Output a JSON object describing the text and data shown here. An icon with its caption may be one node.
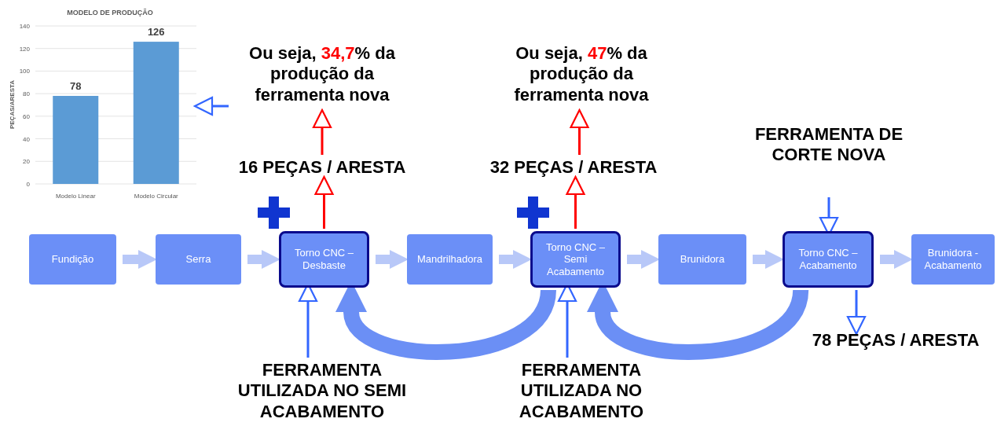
{
  "diagram": {
    "nodes": [
      {
        "text": [
          "Fundição"
        ]
      },
      {
        "text": [
          "Serra"
        ]
      },
      {
        "text": [
          "Torno CNC – Desbaste"
        ]
      },
      {
        "text": [
          "Mandrilhadora"
        ]
      },
      {
        "text": [
          "Torno CNC – Semi Acabamento"
        ]
      },
      {
        "text": [
          "Brunidora"
        ]
      },
      {
        "text": [
          "Torno CNC – Acabamento"
        ]
      },
      {
        "text": [
          "Brunidora - Acabamento"
        ]
      },
      {
        "text": [
          "Ou seja, **34,7**% da produção da ferramenta nova"
        ]
      },
      {
        "text": [
          "16 PEÇAS / ARESTA"
        ]
      },
      {
        "text": [
          "Ou seja, **47**% da produção da ferramenta nova"
        ]
      },
      {
        "text": [
          "32 PEÇAS / ARESTA"
        ]
      },
      {
        "text": [
          "FERRAMENTA DE CORTE NOVA"
        ]
      },
      {
        "text": [
          "78 PEÇAS / ARESTA"
        ]
      },
      {
        "text": [
          "FERRAMENTA UTILIZADA NO SEMI ACABAMENTO"
        ]
      },
      {
        "text": [
          "FERRAMENTA UTILIZADA NO ACABAMENTO"
        ]
      },
      {
        "text": [],
        "shape": "chart"
      }
    ],
    "edges": [
      {
        "from": 0,
        "to": 1,
        "arrow": "to",
        "style": "thick"
      },
      {
        "from": 1,
        "to": 2,
        "arrow": "to",
        "style": "thick"
      },
      {
        "from": 2,
        "to": 3,
        "arrow": "to",
        "style": "thick"
      },
      {
        "from": 3,
        "to": 4,
        "arrow": "to",
        "style": "thick"
      },
      {
        "from": 4,
        "to": 5,
        "arrow": "to",
        "style": "thick"
      },
      {
        "from": 5,
        "to": 6,
        "arrow": "to",
        "style": "thick"
      },
      {
        "from": 6,
        "to": 7,
        "arrow": "to",
        "style": "thick"
      },
      {
        "from": 2,
        "to": 9,
        "arrow": "to",
        "color": "#ff0000"
      },
      {
        "from": 9,
        "to": 8,
        "arrow": "to",
        "color": "#ff0000"
      },
      {
        "from": 4,
        "to": 11,
        "arrow": "to",
        "color": "#ff0000"
      },
      {
        "from": 11,
        "to": 10,
        "arrow": "to",
        "color": "#ff0000"
      },
      {
        "from": 12,
        "to": 6,
        "arrow": "to",
        "color": "#3366ff"
      },
      {
        "from": 6,
        "to": 13,
        "arrow": "to",
        "color": "#3366ff"
      },
      {
        "from": 14,
        "to": 2,
        "arrow": "to",
        "color": "#3366ff"
      },
      {
        "from": 15,
        "to": 4,
        "arrow": "to",
        "color": "#3366ff"
      },
      {
        "from": 4,
        "to": 2,
        "arrow": "to",
        "style": "thick",
        "color": "#6b8ff5"
      },
      {
        "from": 6,
        "to": 4,
        "arrow": "to",
        "style": "thick",
        "color": "#6b8ff5"
      },
      {
        "from": 8,
        "to": 16,
        "arrow": "to",
        "color": "#3366ff"
      }
    ],
    "chart_data": {
      "type": "bar",
      "title": "MODELO DE PRODUÇÃO",
      "ylabel": "PEÇAS/ARESTA",
      "categories": [
        "Modelo Linear",
        "Modelo Circular"
      ],
      "series": [
        {
          "color": "#5b9bd5",
          "values": [
            78,
            126
          ]
        }
      ],
      "ylim": [
        0,
        140
      ],
      "grid": true,
      "yticks": [
        0,
        20,
        40,
        60,
        80,
        100,
        120,
        140
      ],
      "data_labels": true
    }
  }
}
